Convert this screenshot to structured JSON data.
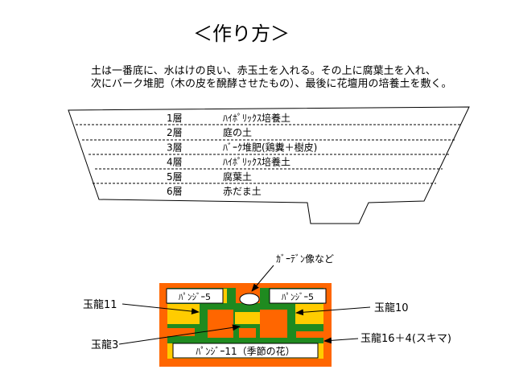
{
  "title": "＜作り方＞",
  "description": [
    "土は一番底に、水はけの良い、赤玉土を入れる。その上に腐葉土を入れ、",
    "次にバーク堆肥（木の皮を醗酵させたもの）、最後に花壇用の培養土を敷く。"
  ],
  "layers": [
    {
      "label": "1層",
      "material": "ﾊｲﾎﾟﾘｯｸｽ培養土"
    },
    {
      "label": "2層",
      "material": "庭の土"
    },
    {
      "label": "3層",
      "material": "ﾊﾞｰｸ堆肥(鶏糞＋樹皮)"
    },
    {
      "label": "4層",
      "material": "ﾊｲﾎﾟﾘｯｸｽ培養土"
    },
    {
      "label": "5層",
      "material": "腐葉土"
    },
    {
      "label": "6層",
      "material": "赤だま土"
    }
  ],
  "plan": {
    "statue": "ｶﾞｰﾃﾞﾝ像など",
    "pansy_left": "ﾊﾟﾝｼﾞｰ5",
    "pansy_right": "ﾊﾟﾝｼﾞｰ5",
    "pansy_bottom": "ﾊﾟﾝｼﾞｰ11（季節の花）",
    "gyokuryu_11": "玉龍11",
    "gyokuryu_10": "玉龍10",
    "gyokuryu_3": "玉龍3",
    "gyokuryu_16": "玉龍16＋4(スキマ)"
  },
  "colors": {
    "orange": "#ff6600",
    "green": "#1f8a1f",
    "yellow": "#ffcc00"
  }
}
